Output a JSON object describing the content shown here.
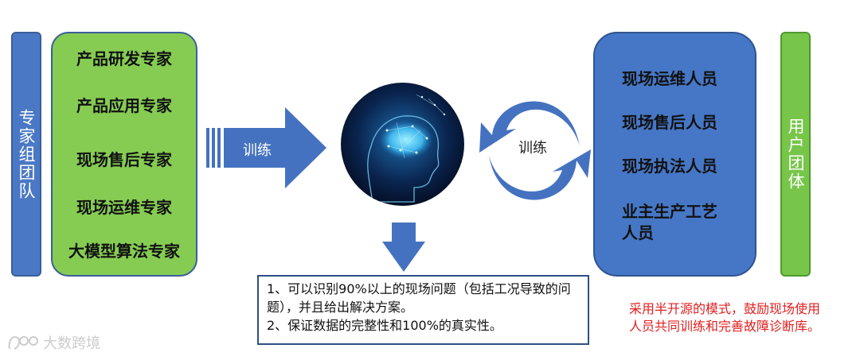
{
  "left_group": {
    "label": "专家组团队"
  },
  "experts": [
    "产品研发专家",
    "产品应用专家",
    "现场售后专家",
    "现场运维专家",
    "大模型算法专家"
  ],
  "train_label": "训练",
  "cycle_label": "训练",
  "right_group": {
    "label": "用户团体"
  },
  "users": [
    "现场运维人员",
    "现场售后人员",
    "现场执法人员",
    "业主生产工艺人员"
  ],
  "results": [
    "1、可以识别90%以上的现场问题（包括工况导致的问题），并且给出解决方案。",
    "2、保证数据的完整性和100%的真实性。"
  ],
  "note": "采用半开源的模式，鼓励现场使用人员共同训练和完善故障诊断库。",
  "watermark": "大数跨境",
  "colors": {
    "blue": "#4a78c4",
    "green": "#86cc52",
    "red": "#e02020",
    "arrow": "#4572c0"
  }
}
